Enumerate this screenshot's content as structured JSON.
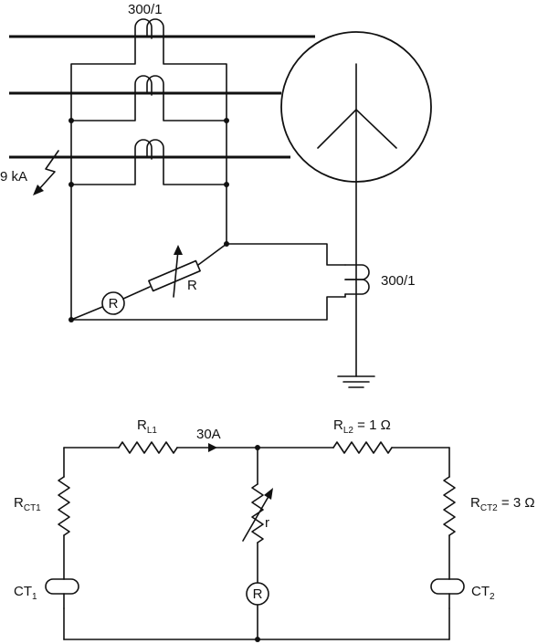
{
  "upper": {
    "ct_ratio_lines": "300/1",
    "ct_ratio_neutral": "300/1",
    "fault_current": "9 kA",
    "relay_symbol": "R",
    "stabilizing_resistor": "R"
  },
  "lower": {
    "rl1": {
      "main": "R",
      "sub": "L1"
    },
    "rl2": {
      "main": "R",
      "sub": "L2",
      "suffix": " = 1 Ω"
    },
    "rct1": {
      "main": "R",
      "sub": "CT1"
    },
    "rct2": {
      "main": "R",
      "sub": "CT2",
      "suffix": " = 3 Ω"
    },
    "ct1": {
      "main": "CT",
      "sub": "1"
    },
    "ct2": {
      "main": "CT",
      "sub": "2"
    },
    "current": "30A",
    "variable_resistor": "r",
    "relay_symbol": "R"
  }
}
